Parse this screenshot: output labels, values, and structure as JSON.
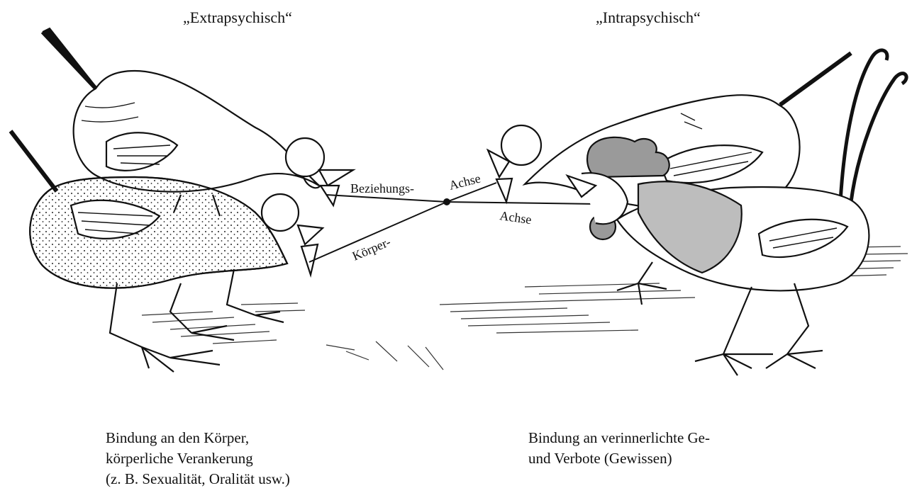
{
  "headings": {
    "left": "„Extrapsychisch“",
    "right": "„Intrapsychisch“"
  },
  "axis_labels": {
    "beziehung": "Beziehungs-",
    "achse_left": "Achse",
    "achse_right": "Achse",
    "koerper": "Körper-"
  },
  "captions": {
    "left": [
      "Bindung an den Körper,",
      "körperliche Verankerung",
      "(z. B. Sexualität, Oralität usw.)"
    ],
    "right": [
      "Bindung an verinnerlichte Ge-",
      "und Verbote (Gewissen)"
    ]
  }
}
